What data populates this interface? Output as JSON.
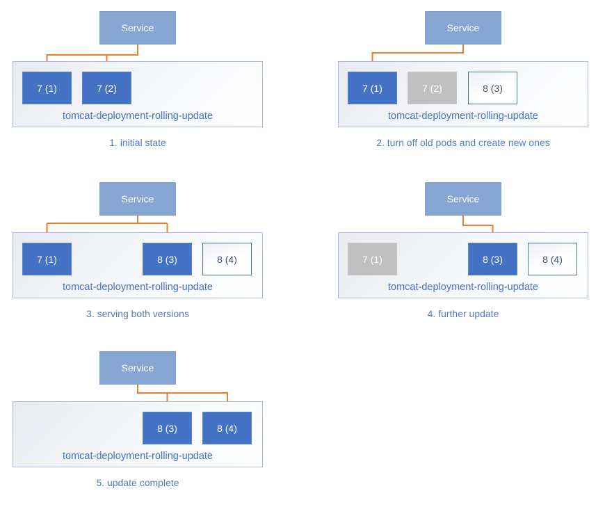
{
  "diagram": {
    "description": "Kubernetes rolling update of a tomcat deployment, 5 steps"
  },
  "colors": {
    "service_fill": "#86a5d2",
    "pod_active_fill": "#4472c4",
    "pod_terminated_fill": "#bfbfbf",
    "pod_new_border": "#4a6fb8",
    "pod_new_text": "#44546a",
    "deployment_border": "#a9bade",
    "deployment_label_text": "#4472c4",
    "caption_text": "#4f7dbf",
    "arrow": "#ed7d31"
  },
  "panels": [
    {
      "caption": "1. initial state",
      "service_label": "Service",
      "deployment_label": "tomcat-deployment-rolling-update",
      "pods": [
        {
          "label": "7 (1)",
          "state": "active"
        },
        {
          "label": "7 (2)",
          "state": "active"
        }
      ]
    },
    {
      "caption": "2. turn off old pods and create new ones",
      "service_label": "Service",
      "deployment_label": "tomcat-deployment-rolling-update",
      "pods": [
        {
          "label": "7 (1)",
          "state": "active"
        },
        {
          "label": "7 (2)",
          "state": "terminated"
        },
        {
          "label": "8 (3)",
          "state": "new"
        }
      ]
    },
    {
      "caption": "3. serving both versions",
      "service_label": "Service",
      "deployment_label": "tomcat-deployment-rolling-update",
      "pods": [
        {
          "label": "7 (1)",
          "state": "active"
        },
        {
          "label": "8 (3)",
          "state": "active"
        },
        {
          "label": "8 (4)",
          "state": "new"
        }
      ]
    },
    {
      "caption": "4. further update",
      "service_label": "Service",
      "deployment_label": "tomcat-deployment-rolling-update",
      "pods": [
        {
          "label": "7 (1)",
          "state": "terminated"
        },
        {
          "label": "8 (3)",
          "state": "active"
        },
        {
          "label": "8 (4)",
          "state": "new"
        }
      ]
    },
    {
      "caption": "5. update complete",
      "service_label": "Service",
      "deployment_label": "tomcat-deployment-rolling-update",
      "pods": [
        {
          "label": "8 (3)",
          "state": "active"
        },
        {
          "label": "8 (4)",
          "state": "active"
        }
      ]
    }
  ]
}
